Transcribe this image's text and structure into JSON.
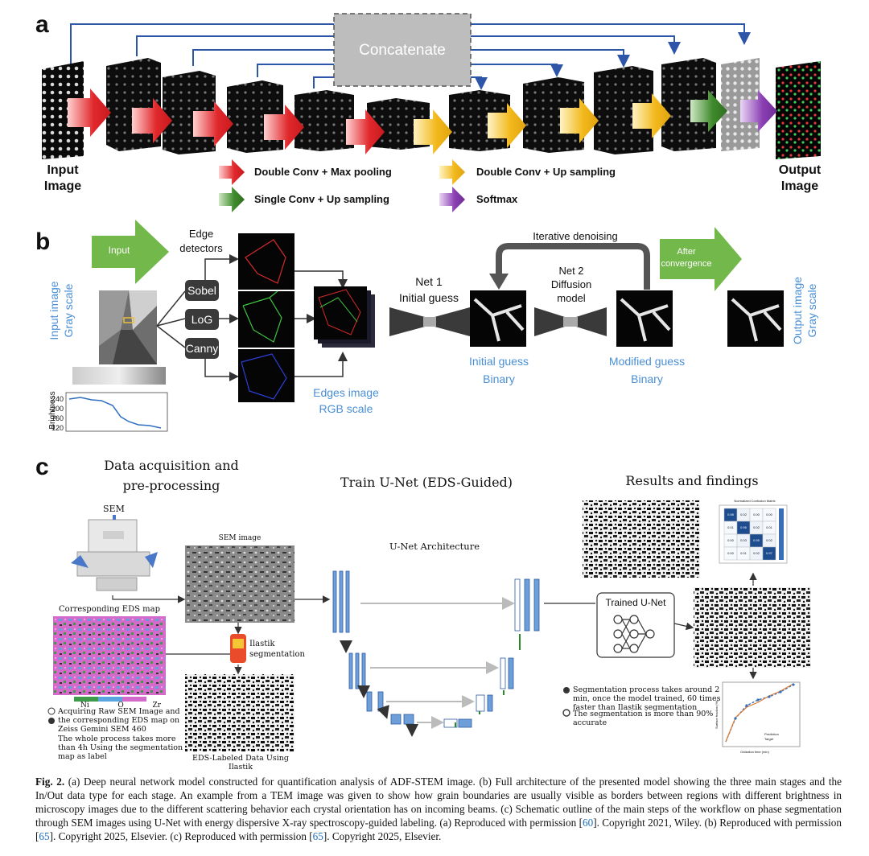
{
  "panel_a": {
    "letter": "a",
    "concatenate": "Concatenate",
    "input_line1": "Input",
    "input_line2": "Image",
    "output_line1": "Output",
    "output_line2": "Image",
    "legend": [
      {
        "label": "Double Conv + Max pooling",
        "color": "#e0282c"
      },
      {
        "label": "Single Conv + Up sampling",
        "color": "#3f8a2c"
      },
      {
        "label": "Double Conv + Up sampling",
        "color": "#f2b81a"
      },
      {
        "label": "Softmax",
        "color": "#8a3fb3"
      }
    ]
  },
  "panel_b": {
    "letter": "b",
    "input_arrow": "Input",
    "edge_line1": "Edge",
    "edge_line2": "detectors",
    "detectors": [
      "Sobel",
      "LoG",
      "Canny"
    ],
    "input_image_line1": "Input image",
    "input_image_line2": "Gray scale",
    "brightness_label": "Brightness",
    "brightness_ticks": [
      "240",
      "200",
      "160",
      "120"
    ],
    "edges_line1": "Edges image",
    "edges_line2": "RGB scale",
    "net1_line1": "Net 1",
    "net1_line2": "Initial guess",
    "initial_line1": "Initial guess",
    "initial_line2": "Binary",
    "iterative": "Iterative denoising",
    "net2_line1": "Net 2",
    "net2_line2": "Diffusion",
    "net2_line3": "model",
    "modified_line1": "Modified guess",
    "modified_line2": "Binary",
    "after_line1": "After",
    "after_line2": "convergence",
    "output_image_line1": "Output image",
    "output_image_line2": "Gray scale"
  },
  "panel_c": {
    "letter": "c",
    "col1_line1": "Data acquisition and",
    "col1_line2": "pre-processing",
    "col2_title": "Train U-Net (EDS-Guided)",
    "col3_title": "Results and findings",
    "sem_label": "SEM",
    "sem_image": "SEM image",
    "eds_map": "Corresponding EDS map",
    "eds_ticks": [
      "Ni",
      "O",
      "Zr"
    ],
    "ilastik_line1": "Ilastik",
    "ilastik_line2": "segmentation",
    "eds_labeled": "EDS-Labeled Data Using Ilastik",
    "unet_arch": "U-Net Architecture",
    "trained_unet": "Trained U-Net",
    "note1": "Acquiring Raw SEM Image and the corresponding EDS map on Zeiss Gemini SEM 460",
    "note2": "The whole process takes more than 4h Using the segmentation map as label",
    "result1": "Segmentation process takes around 2 min, once the model trained, 60 times faster than Ilastik segmentation",
    "result2": "The segmentation is more than 90% accurate",
    "confusion_title": "Normalized Confusion Matrix",
    "confusion_values": [
      [
        "0.98",
        "0.02",
        "0.00",
        "0.00"
      ],
      [
        "0.01",
        "0.96",
        "0.02",
        "0.01"
      ],
      [
        "0.00",
        "0.03",
        "0.95",
        "0.02"
      ],
      [
        "0.00",
        "0.01",
        "0.02",
        "0.97"
      ]
    ],
    "plot_legend": [
      "Prediction",
      "Target"
    ],
    "plot_xlabel": "Oxidation time (min)",
    "plot_ylabel": "Surface fraction (%)"
  },
  "caption": {
    "fig": "Fig. 2.",
    "part1": " (a) Deep neural network model constructed for quantification analysis of ADF-STEM image. (b) Full architecture of the presented model showing the three main stages and the In/Out data type for each stage. An example from a TEM image was given to show how grain boundaries are usually visible as borders between regions with different brightness in microscopy images due to the different scattering behavior each crystal orientation has on incoming beams. (c) Schematic outline of the main steps of the workflow on phase segmentation through SEM images using U-Net with energy dispersive X-ray spectroscopy-guided labeling. (a) Reproduced with permission [",
    "ref1": "60",
    "part2": "]. Copyright 2021, Wiley. (b) Reproduced with permission [",
    "ref2": "65",
    "part3": "]. Copyright 2025, Elsevier. (c) Reproduced with permission [",
    "ref3": "65",
    "part4": "]. Copyright 2025, Elsevier."
  }
}
